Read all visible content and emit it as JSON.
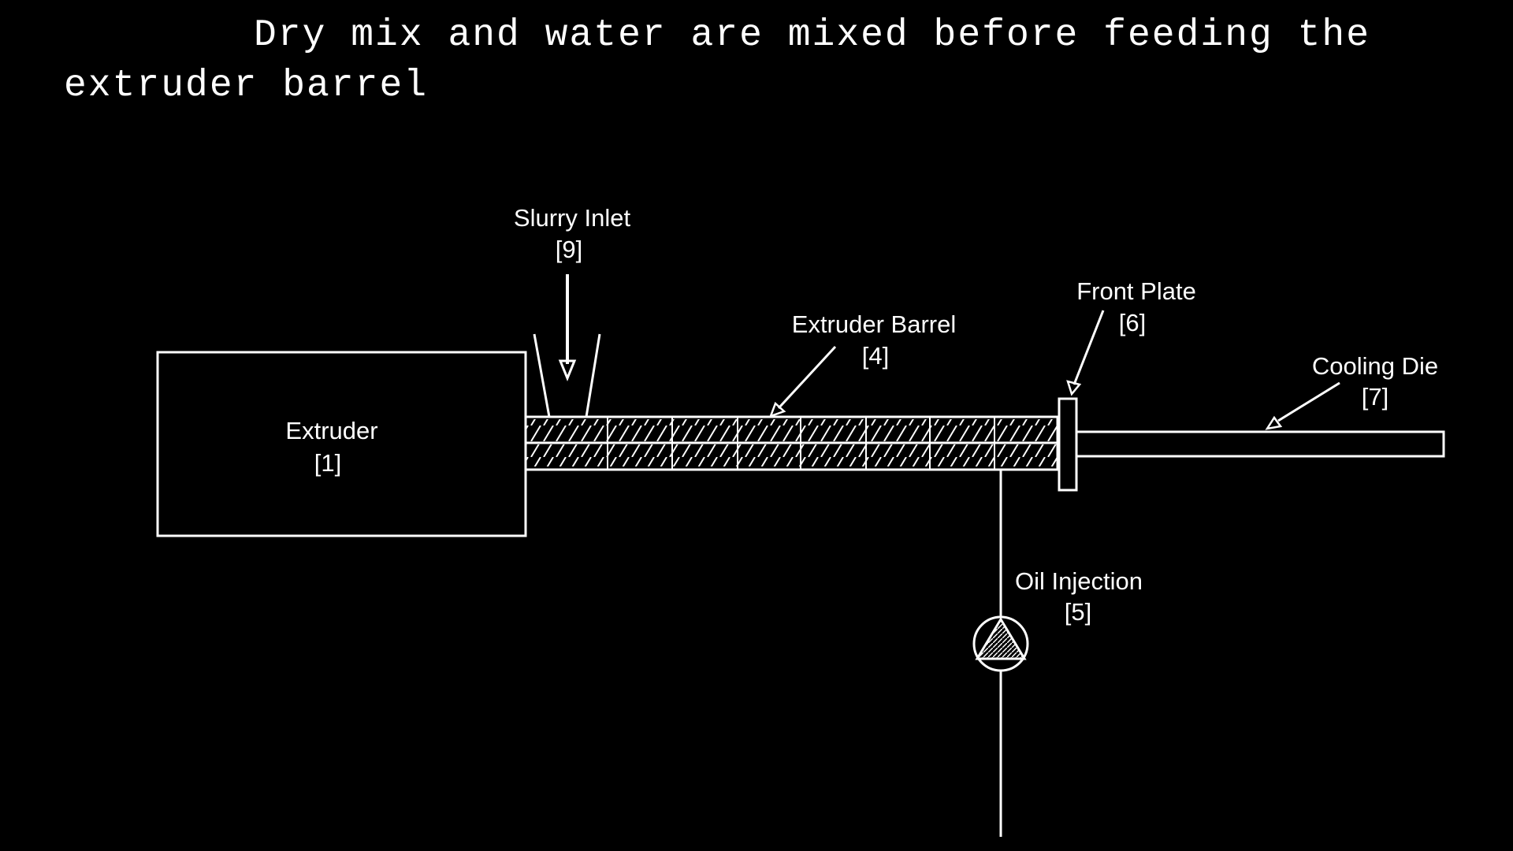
{
  "caption": {
    "line1": "Dry mix and water are mixed before feeding the",
    "line2": "extruder barrel"
  },
  "components": {
    "extruder": {
      "name": "Extruder",
      "ref": "[1]"
    },
    "slurry_inlet": {
      "name": "Slurry Inlet",
      "ref": "[9]"
    },
    "extruder_barrel": {
      "name": "Extruder Barrel",
      "ref": "[4]"
    },
    "front_plate": {
      "name": "Front Plate",
      "ref": "[6]"
    },
    "cooling_die": {
      "name": "Cooling Die",
      "ref": "[7]"
    },
    "oil_injection": {
      "name": "Oil Injection",
      "ref": "[5]"
    }
  },
  "colors": {
    "background": "#000000",
    "line": "#ffffff"
  }
}
